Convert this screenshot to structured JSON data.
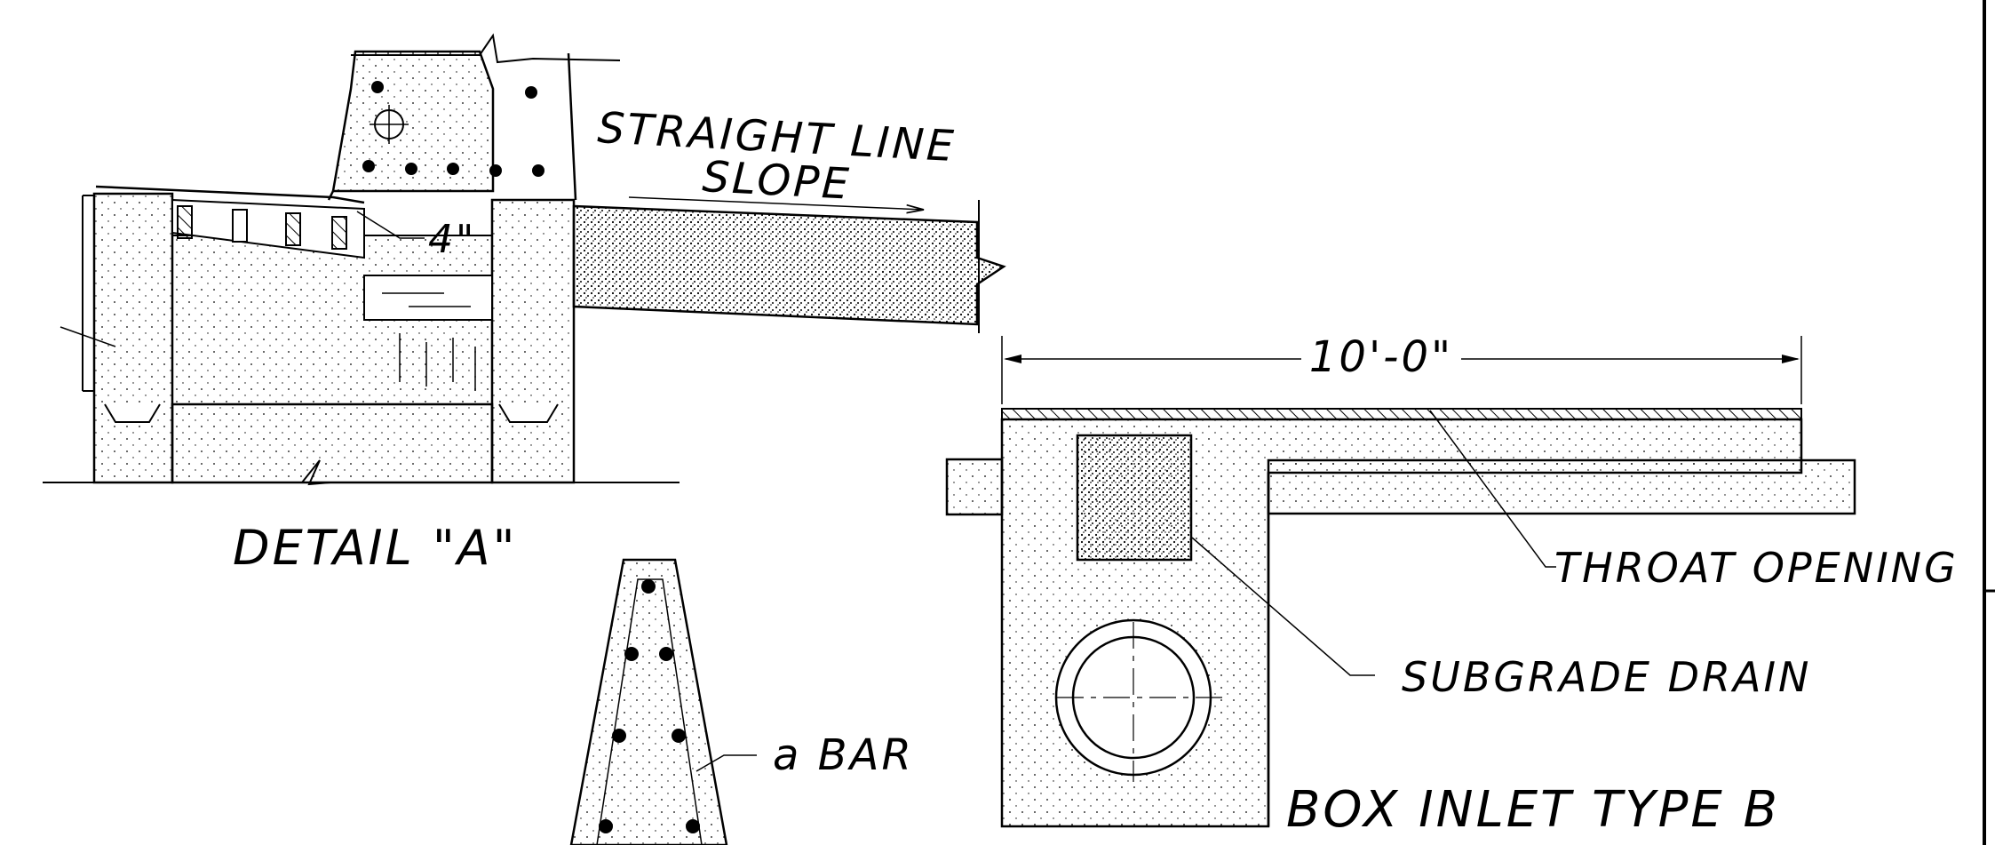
{
  "labels": {
    "straight_line": "STRAIGHT LINE",
    "slope": "SLOPE",
    "dim_4in": "4\"",
    "detail_a": "DETAIL \"A\"",
    "dim_10ft": "10'-0\"",
    "throat_opening": "THROAT OPENING",
    "subgrade_drain": "SUBGRADE DRAIN",
    "a_bar": "a BAR",
    "box_inlet": "BOX INLET TYPE B"
  }
}
